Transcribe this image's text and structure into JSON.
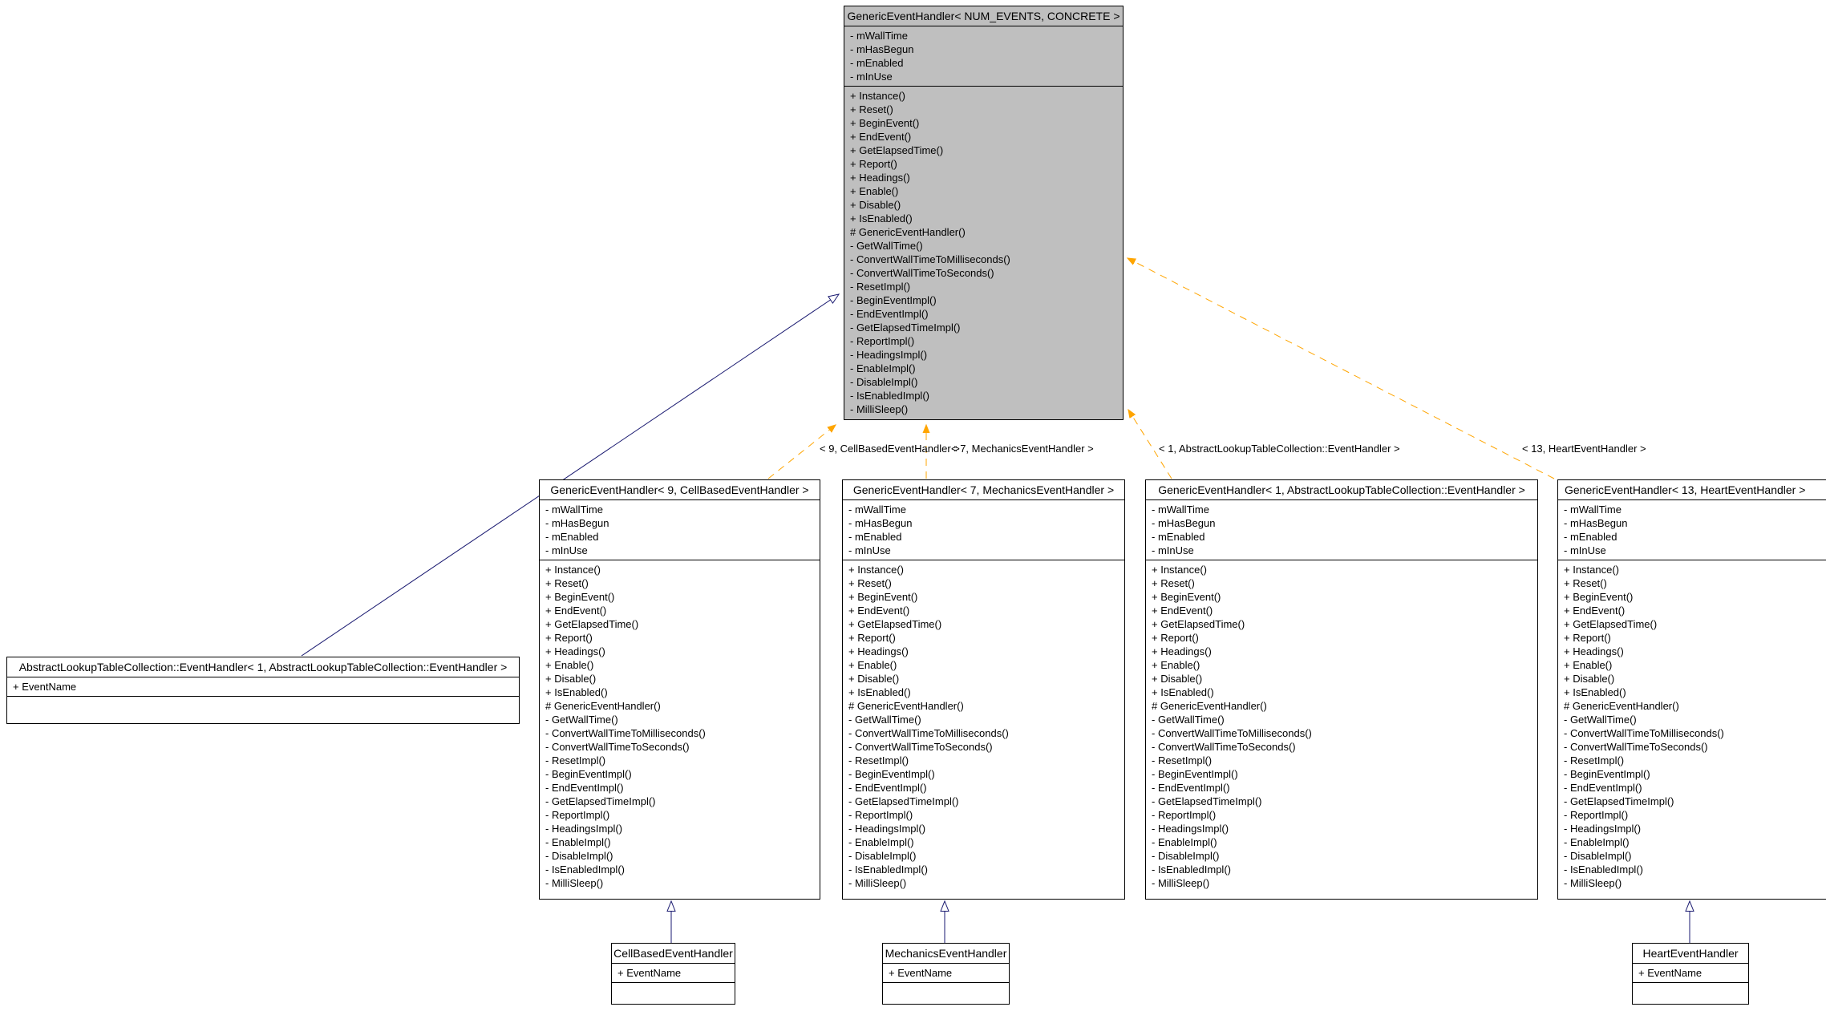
{
  "diagram_type": "uml-class-inheritance-diagram",
  "generic_members": {
    "attributes": [
      "- mWallTime",
      "- mHasBegun",
      "- mEnabled",
      "- mInUse"
    ],
    "methods": [
      "+ Instance()",
      "+ Reset()",
      "+ BeginEvent()",
      "+ EndEvent()",
      "+ GetElapsedTime()",
      "+ Report()",
      "+ Headings()",
      "+ Enable()",
      "+ Disable()",
      "+ IsEnabled()",
      "# GenericEventHandler()",
      "- GetWallTime()",
      "- ConvertWallTimeToMilliseconds()",
      "- ConvertWallTimeToSeconds()",
      "- ResetImpl()",
      "- BeginEventImpl()",
      "- EndEventImpl()",
      "- GetElapsedTimeImpl()",
      "- ReportImpl()",
      "- HeadingsImpl()",
      "- EnableImpl()",
      "- DisableImpl()",
      "- IsEnabledImpl()",
      "- MilliSleep()"
    ]
  },
  "classes": {
    "main": {
      "title": "GenericEventHandler< NUM_EVENTS, CONCRETE >"
    },
    "cell_based_instance": {
      "title": "GenericEventHandler< 9, CellBasedEventHandler >"
    },
    "mechanics_instance": {
      "title": "GenericEventHandler< 7, MechanicsEventHandler >"
    },
    "lookup_instance": {
      "title": "GenericEventHandler< 1, AbstractLookupTableCollection::EventHandler >"
    },
    "heart_instance": {
      "title": "GenericEventHandler< 13, HeartEventHandler >"
    },
    "lookup_event_handler": {
      "title": "AbstractLookupTableCollection::EventHandler< 1, AbstractLookupTableCollection::EventHandler >",
      "attributes": [
        "+ EventName"
      ],
      "methods": []
    },
    "cell_based": {
      "title": "CellBasedEventHandler",
      "attributes": [
        "+ EventName"
      ],
      "methods": []
    },
    "mechanics": {
      "title": "MechanicsEventHandler",
      "attributes": [
        "+ EventName"
      ],
      "methods": []
    },
    "heart": {
      "title": "HeartEventHandler",
      "attributes": [
        "+ EventName"
      ],
      "methods": []
    }
  },
  "edge_labels": {
    "cell_based": "< 9, CellBasedEventHandler >",
    "mechanics": "< 7, MechanicsEventHandler >",
    "lookup": "< 1, AbstractLookupTableCollection::EventHandler >",
    "heart": "< 13, HeartEventHandler >"
  },
  "colors": {
    "highlight_fill": "#bfbfbf",
    "box_fill": "#ffffff",
    "box_border": "#000000",
    "inheritance_edge": "#191970",
    "template_instantiation_edge": "#ffa500"
  }
}
